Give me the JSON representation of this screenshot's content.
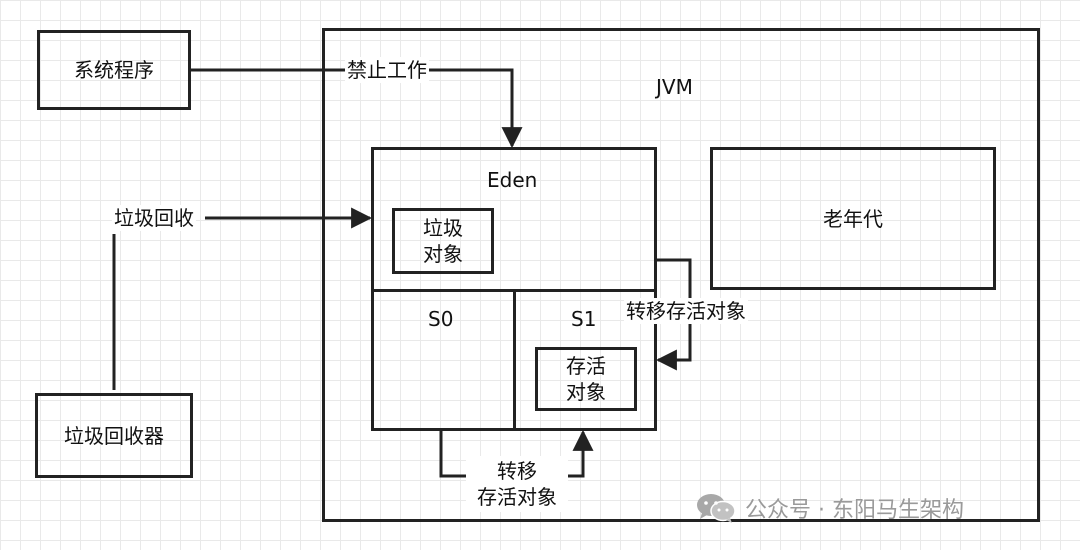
{
  "nodes": {
    "system_program": "系统程序",
    "gc_collector": "垃圾回收器",
    "jvm": "JVM",
    "eden": "Eden",
    "garbage_object_line1": "垃圾",
    "garbage_object_line2": "对象",
    "old_gen": "老年代",
    "s0": "S0",
    "s1": "S1",
    "live_object_line1": "存活",
    "live_object_line2": "对象"
  },
  "edges": {
    "stop_work": "禁止工作",
    "garbage_collect": "垃圾回收",
    "transfer_live_right": "转移存活对象",
    "transfer_bottom_line1": "转移",
    "transfer_bottom_line2": "存活对象"
  },
  "watermark": {
    "text": "公众号 · 东阳马生架构",
    "icon": "wechat-icon"
  },
  "colors": {
    "stroke": "#222222",
    "grid": "#e9e9e9",
    "watermark": "#9a9a9a"
  }
}
